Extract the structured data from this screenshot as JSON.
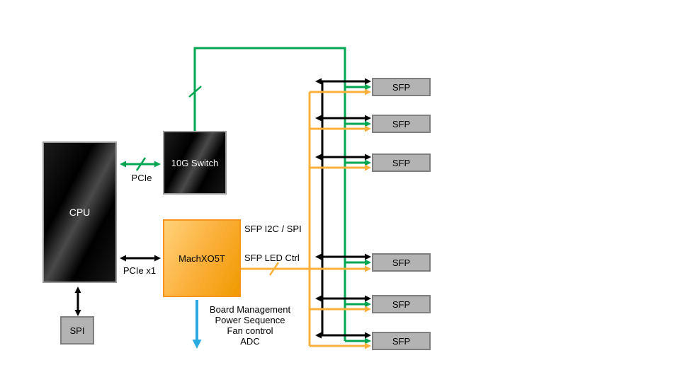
{
  "diagram": {
    "blocks": {
      "cpu": "CPU",
      "switch": "10G Switch",
      "fpga": "MachXO5T",
      "spi": "SPI"
    },
    "sfp": [
      {
        "label": "SFP"
      },
      {
        "label": "SFP"
      },
      {
        "label": "SFP"
      },
      {
        "label": "SFP"
      },
      {
        "label": "SFP"
      },
      {
        "label": "SFP"
      }
    ],
    "labels": {
      "pcie": "PCIe",
      "pcie_x1": "PCIe x1",
      "sfp_i2c_spi": "SFP I2C / SPI",
      "sfp_led_ctrl": "SFP LED Ctrl",
      "mgmt": [
        "Board Management",
        "Power Sequence",
        "Fan control",
        "ADC"
      ]
    },
    "colors": {
      "green": "#00A651",
      "orange": "#FBB03B",
      "blue": "#29ABE2",
      "black": "#000000",
      "gray": "#B3B3B3"
    }
  }
}
